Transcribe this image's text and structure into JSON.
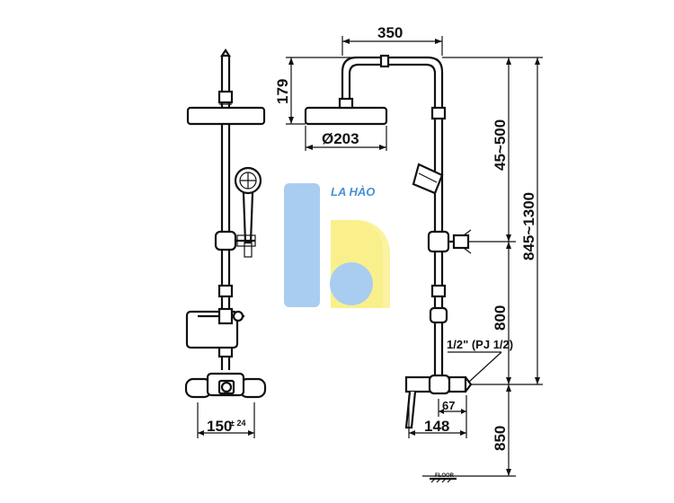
{
  "colors": {
    "line": "#111111",
    "logo_blue": "#a9cdf0",
    "logo_yellow": "#fbf3a0",
    "brand_text": "#4a90d6"
  },
  "logo": {
    "text": "LA HÀO"
  },
  "dimensions": {
    "d350": "350",
    "d179": "179",
    "d203": "Ø203",
    "d45_500": "45~500",
    "d845_1300": "845~1300",
    "d800": "800",
    "d850": "850",
    "d148": "148",
    "d67": "67",
    "d150": "150",
    "d150_tol": "± 24",
    "thread": "1/2\" (PJ 1/2)"
  },
  "floor_label": "FLOOR"
}
